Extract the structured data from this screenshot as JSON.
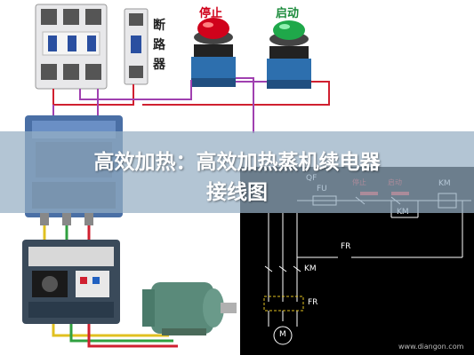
{
  "banner": {
    "title_line1": "高效加热：高效加热蒸机续电器",
    "title_line2": "接线图"
  },
  "buttons": {
    "stop_label": "停止",
    "start_label": "启动"
  },
  "breaker": {
    "label_chars": [
      "断",
      "路",
      "器"
    ]
  },
  "schematic": {
    "qf_label": "QF",
    "fu_label": "FU",
    "stop_label": "停止",
    "start_label": "启动",
    "km_label": "KM",
    "km_contact_label": "KM",
    "fr_contact_label": "FR",
    "km_main_label": "KM",
    "fr_main_label": "FR",
    "motor_label": "M",
    "watermark": "www.diangon.com"
  },
  "colors": {
    "stop_button": "#d0021b",
    "start_button": "#1fa84a",
    "contactor_body": "#4a6fa5",
    "relay_body": "#3a4a5a",
    "motor_body": "#5a8a7a",
    "schematic_bg": "#000000",
    "wire_purple": "#a040b0",
    "wire_red": "#d02030"
  }
}
